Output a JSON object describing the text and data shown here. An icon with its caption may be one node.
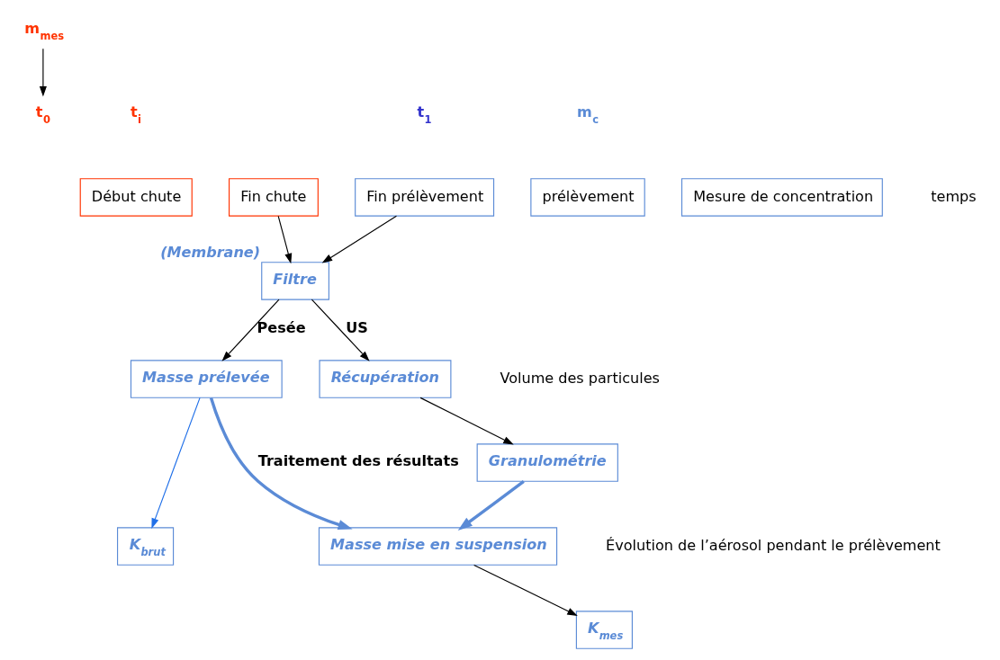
{
  "diagram": {
    "nodes": [
      {
        "text": [
          "m$_{mes}$"
        ]
      },
      {
        "text": [
          "t$_{0}$"
        ]
      },
      {
        "text": [
          "Début chute"
        ]
      },
      {
        "text": [
          "Fin chute"
        ]
      },
      {
        "text": [
          "prélèvement"
        ]
      },
      {
        "text": [
          "Mesure de concentration"
        ]
      },
      {
        "text": [
          "Fin prélèvement"
        ]
      },
      {
        "text": [
          "Filtre"
        ],
        "beside": [
          "(Membrane)"
        ]
      },
      {
        "text": [
          "Masse prélevée"
        ]
      },
      {
        "text": [
          "Récupération"
        ]
      },
      {
        "text": [
          "Granulométrie"
        ]
      },
      {
        "text": [
          "K$_{brut}$"
        ]
      },
      {
        "text": [
          "Masse mise en suspension"
        ]
      },
      {
        "text": [
          "K$_{mes}$"
        ]
      }
    ],
    "edges": [
      {
        "from": 0,
        "to": 1,
        "arrow": "to"
      },
      {
        "from": 3,
        "to": 7,
        "arrow": "to"
      },
      {
        "from": 6,
        "to": 7,
        "arrow": "to"
      },
      {
        "from": 7,
        "to": 8,
        "arrow": "to",
        "label": "Pesée"
      },
      {
        "from": 7,
        "to": 9,
        "arrow": "to",
        "label": "US"
      },
      {
        "from": 9,
        "to": 10,
        "arrow": "to"
      },
      {
        "from": 8,
        "to": 11,
        "arrow": "to",
        "color": "#1f6fe8"
      },
      {
        "from": 8,
        "to": 12,
        "arrow": "to",
        "style": "thick",
        "color": "#5b8bd6",
        "label": "Traitement des résultats"
      },
      {
        "from": 10,
        "to": 12,
        "arrow": "to",
        "style": "thick",
        "color": "#5b8bd6"
      },
      {
        "from": 12,
        "to": 13,
        "arrow": "to"
      }
    ],
    "labels": [
      "t$_{i}$",
      "m$_{c}$",
      "t$_{1}$",
      "temps",
      "Volume des particules",
      "Évolution de l’aérosol pendant le prélèvement"
    ]
  }
}
